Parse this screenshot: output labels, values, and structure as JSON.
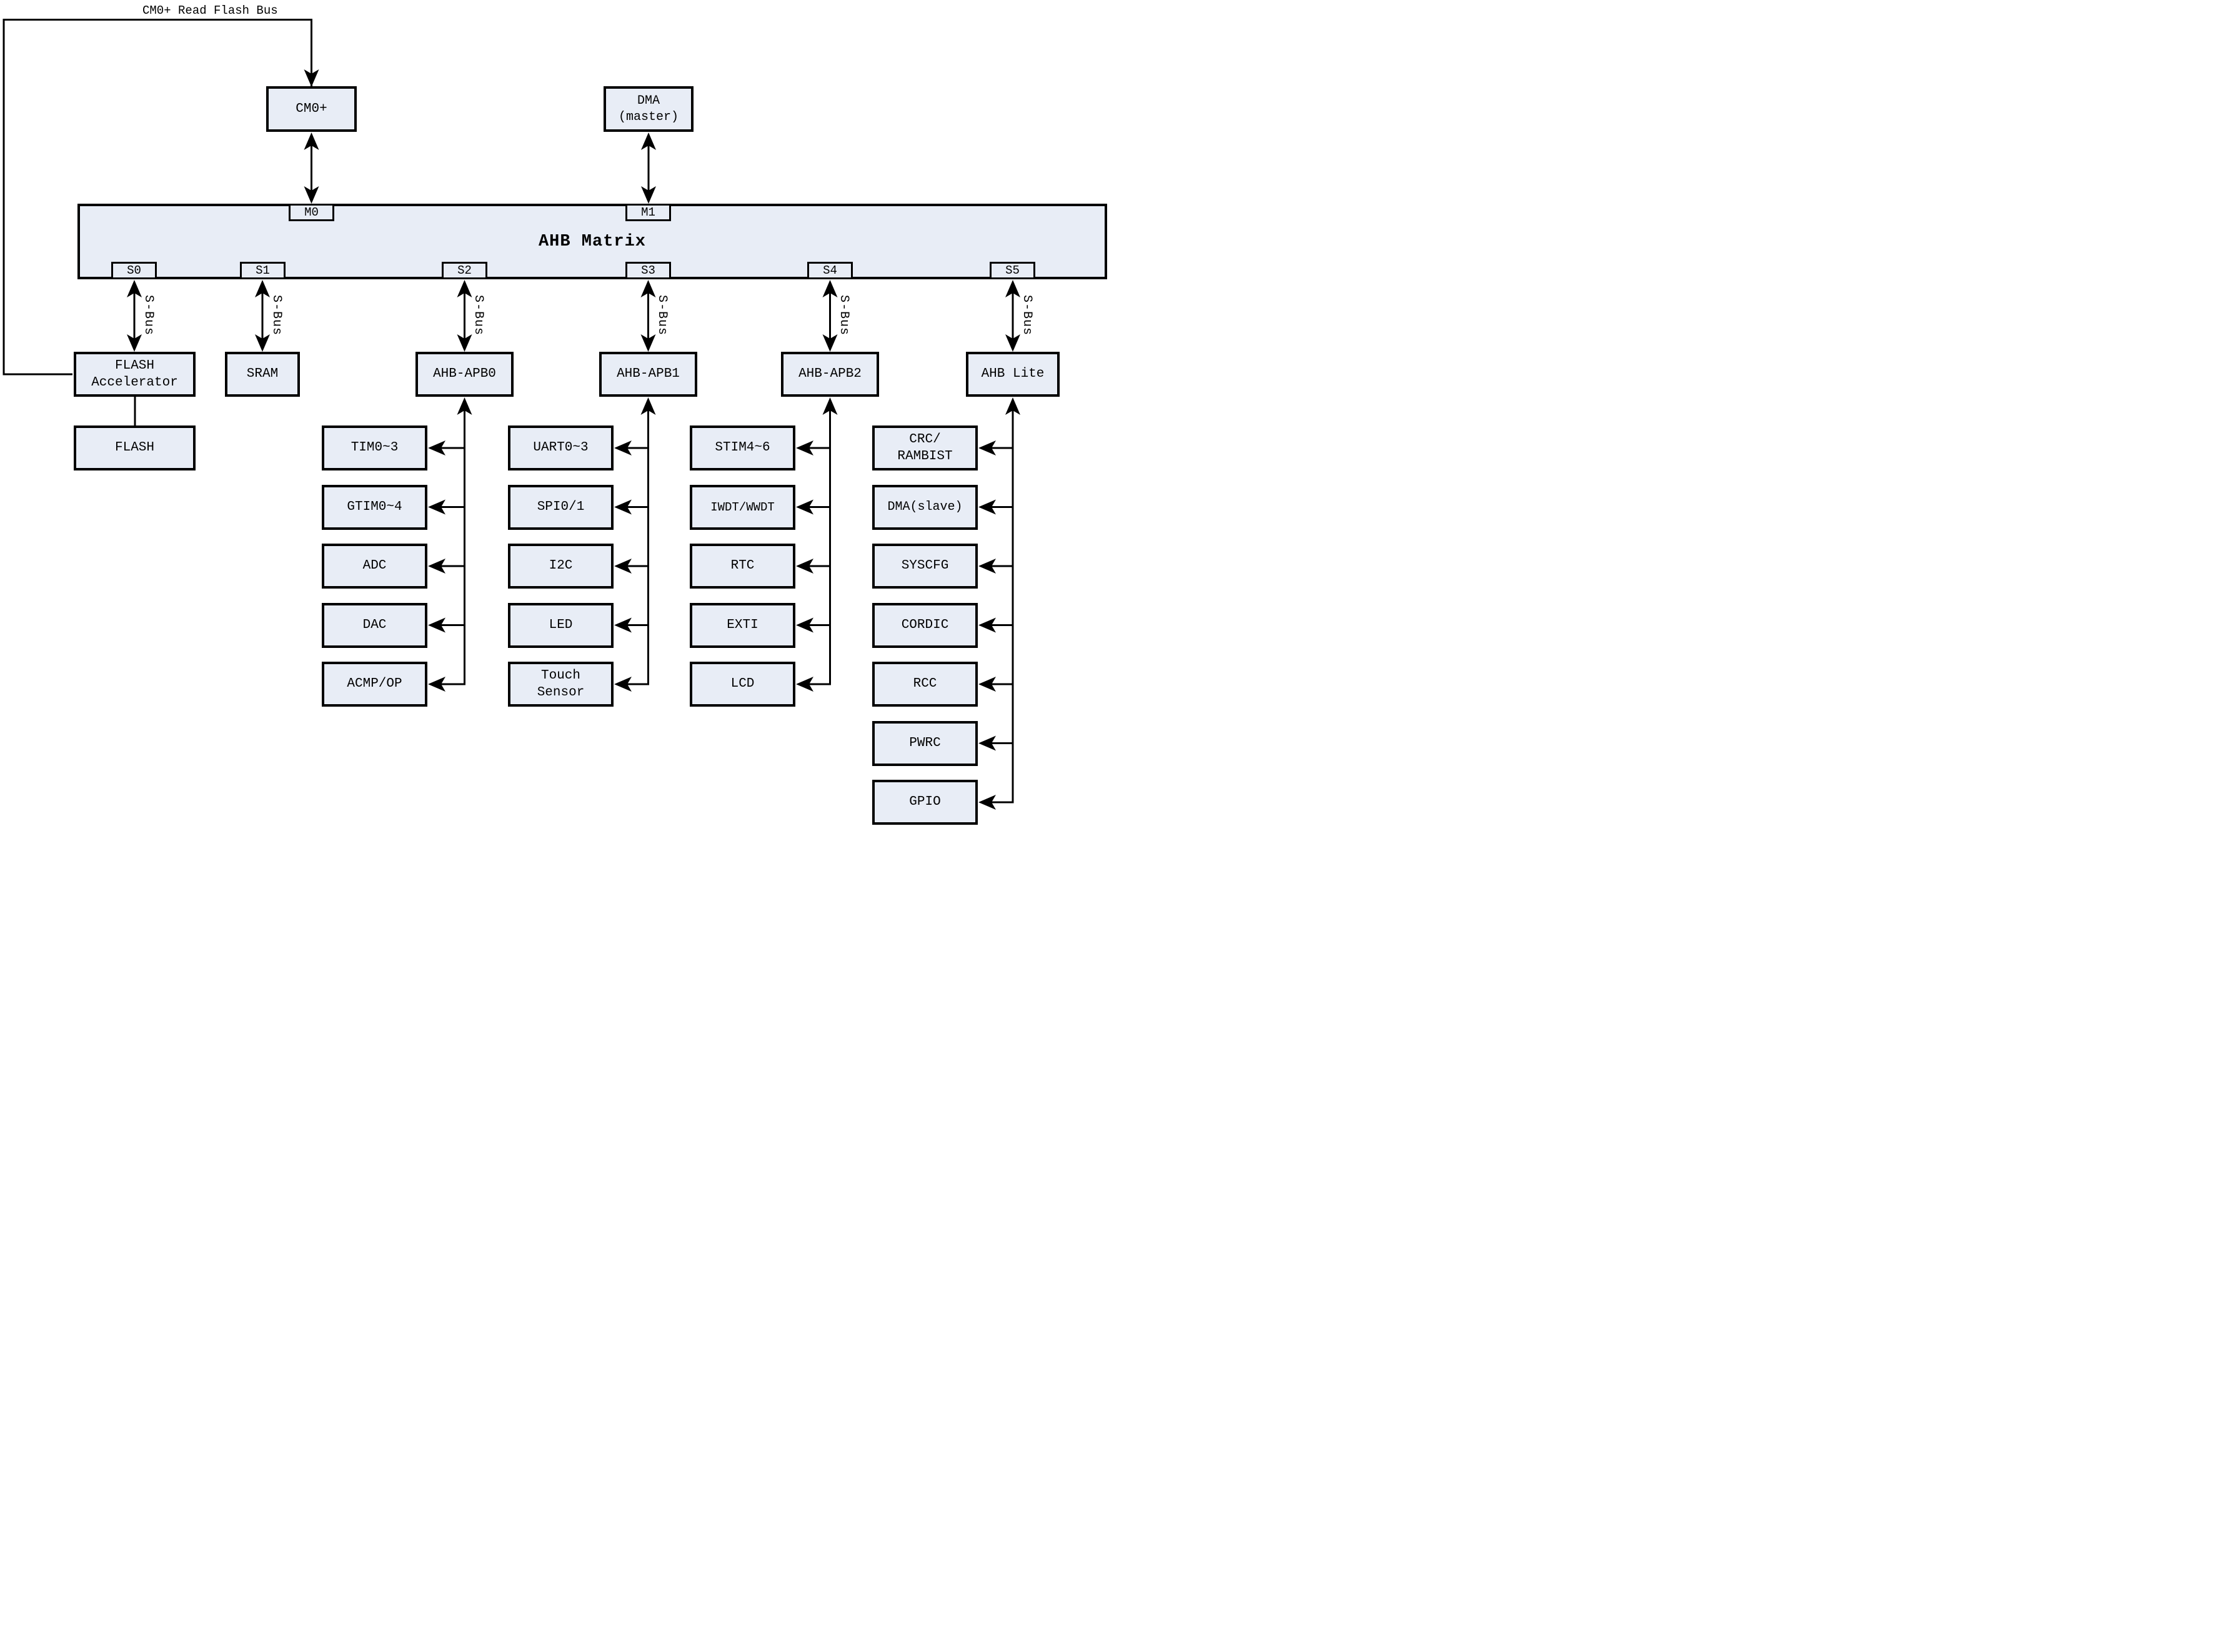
{
  "diagram": {
    "type": "soc-bus-block-diagram",
    "top_bus_label": "CM0+ Read Flash Bus",
    "masters": [
      {
        "id": "cm0",
        "label": "CM0+"
      },
      {
        "id": "dma_master",
        "label": "DMA\n(master)"
      }
    ],
    "ahb_matrix": {
      "title": "AHB Matrix",
      "master_ports": [
        "M0",
        "M1"
      ],
      "slave_ports": [
        "S0",
        "S1",
        "S2",
        "S3",
        "S4",
        "S5"
      ],
      "s_bus_label": "S-Bus"
    },
    "memory": {
      "flash_accelerator": "FLASH\nAccelerator",
      "flash": "FLASH",
      "sram": "SRAM"
    },
    "bridges": [
      {
        "label": "AHB-APB0",
        "peripherals": [
          "TIM0~3",
          "GTIM0~4",
          "ADC",
          "DAC",
          "ACMP/OP"
        ]
      },
      {
        "label": "AHB-APB1",
        "peripherals": [
          "UART0~3",
          "SPI0/1",
          "I2C",
          "LED",
          "Touch\nSensor"
        ]
      },
      {
        "label": "AHB-APB2",
        "peripherals": [
          "STIM4~6",
          "IWDT/WWDT",
          "RTC",
          "EXTI",
          "LCD"
        ]
      },
      {
        "label": "AHB Lite",
        "peripherals": [
          "CRC/\nRAMBIST",
          "DMA(slave)",
          "SYSCFG",
          "CORDIC",
          "RCC",
          "PWRC",
          "GPIO"
        ]
      }
    ],
    "colors": {
      "box_fill": "#e8edf6",
      "border": "#000000",
      "line": "#000000",
      "background": "#ffffff"
    }
  }
}
